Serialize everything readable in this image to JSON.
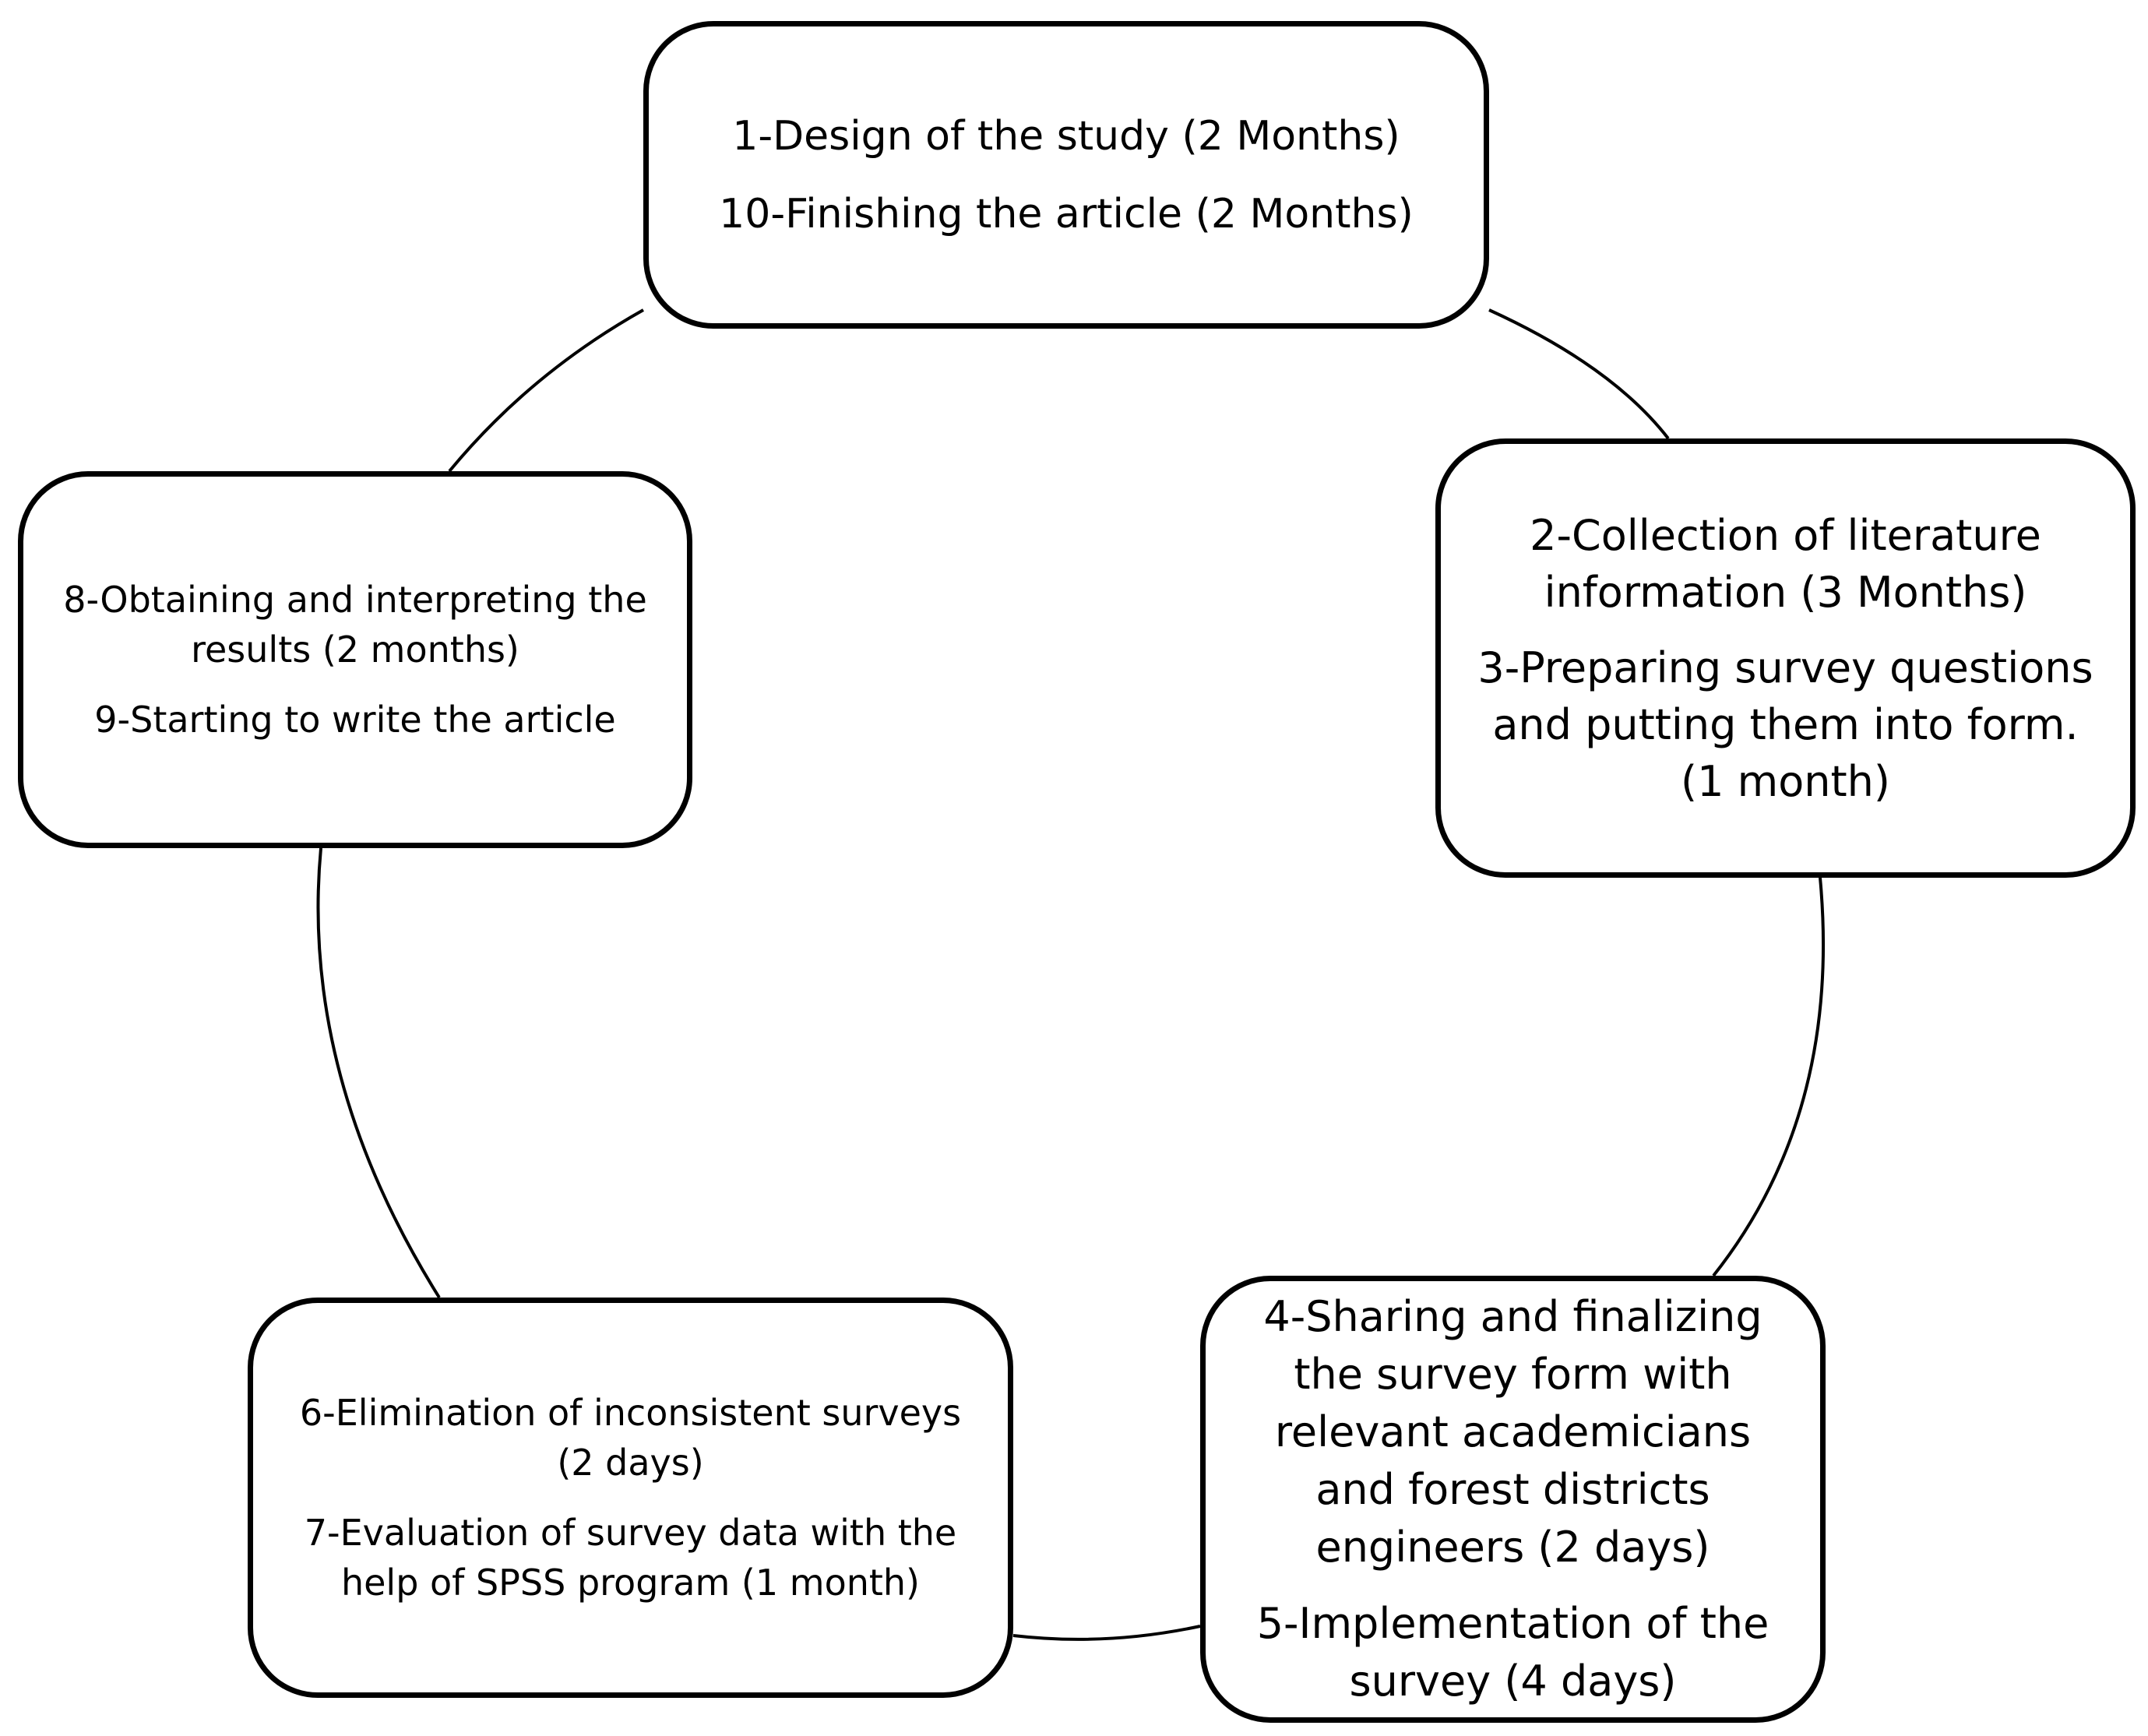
{
  "diagram": {
    "type": "cycle",
    "nodes": [
      {
        "id": "top",
        "paragraphs": [
          "1-Design of the study (2 Months)",
          "10-Finishing the article (2 Months)"
        ]
      },
      {
        "id": "right",
        "paragraphs": [
          "2-Collection of literature\ninformation (3 Months)",
          "3-Preparing survey questions\nand putting them into form.\n(1 month)"
        ]
      },
      {
        "id": "bottom-right",
        "paragraphs": [
          "4-Sharing and finalizing\nthe survey form with\nrelevant academicians\nand forest districts\nengineers  (2 days)",
          "5-Implementation of the\nsurvey (4 days)"
        ]
      },
      {
        "id": "bottom-left",
        "paragraphs": [
          "6-Elimination of inconsistent surveys\n(2 days)",
          "7-Evaluation of survey data with the\nhelp of SPSS program (1 month)"
        ]
      },
      {
        "id": "left",
        "paragraphs": [
          "8-Obtaining and interpreting the\nresults  (2 months)",
          "9-Starting to write the article"
        ]
      }
    ],
    "connections": [
      [
        "top",
        "right"
      ],
      [
        "right",
        "bottom-right"
      ],
      [
        "bottom-right",
        "bottom-left"
      ],
      [
        "bottom-left",
        "left"
      ],
      [
        "left",
        "top"
      ]
    ]
  }
}
